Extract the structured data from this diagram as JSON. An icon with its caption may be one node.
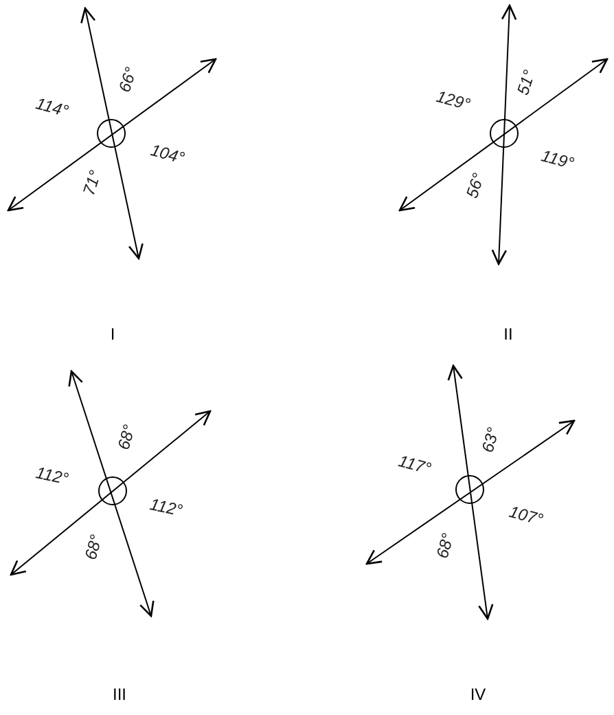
{
  "diagram": {
    "labels": [
      "66°",
      "114°",
      "104°",
      "71°",
      "I",
      "51°",
      "129°",
      "119°",
      "56°",
      "II",
      "68°",
      "112°",
      "112°",
      "68°",
      "III",
      "63°",
      "117°",
      "107°",
      "68°",
      "IV"
    ]
  }
}
